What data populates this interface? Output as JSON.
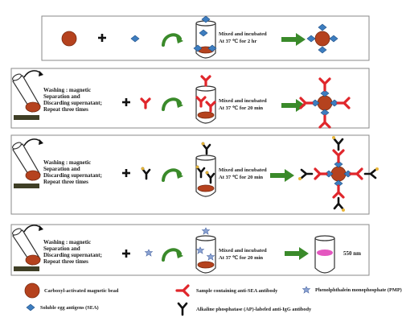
{
  "steps": [
    {
      "condition_lines": [
        "Mixed and incubated",
        "At 37 ℃ for 2 hr"
      ]
    },
    {
      "wash_lines": [
        "Washing : magnetic",
        "Separation and",
        "Discarding supernatant;",
        "Repeat three times"
      ],
      "condition_lines": [
        "Mixed and incubated",
        "At 37 ℃ for 20 min"
      ]
    },
    {
      "wash_lines": [
        "Washing : magnetic",
        "Separation and",
        "Discarding supernatant;",
        "Repeat three times"
      ],
      "condition_lines": [
        "Mixed and incubated",
        "At 37 ℃ for 20 min"
      ]
    },
    {
      "wash_lines": [
        "Washing : magnetic",
        "Separation and",
        "Discarding supernatant;",
        "Repeat three times"
      ],
      "condition_lines": [
        "Mixed and incubated",
        "At 37 ℃ for 20 min"
      ],
      "readout": "550 nm"
    }
  ],
  "legend": {
    "bead": "Carboxyl-activated magnetic bead",
    "sea_antibody": "Sample containing anti-SEA antibody",
    "pmp": "Phenolphthalein monophosphate (PMP)",
    "sea": "Soluble egg antigens (SEA)",
    "ap_antibody": "Alkaline phosphatase (AP)-labeled anti-IgG antibody"
  },
  "colors": {
    "bead": "#b5421e",
    "sea": "#3d7dbf",
    "sea_antibody": "#e0262b",
    "ap_antibody": "#111111",
    "ap_label": "#e8b63a",
    "pmp": "#8aa2d2",
    "arrow": "#3a8a2a",
    "product": "#e457c0"
  }
}
